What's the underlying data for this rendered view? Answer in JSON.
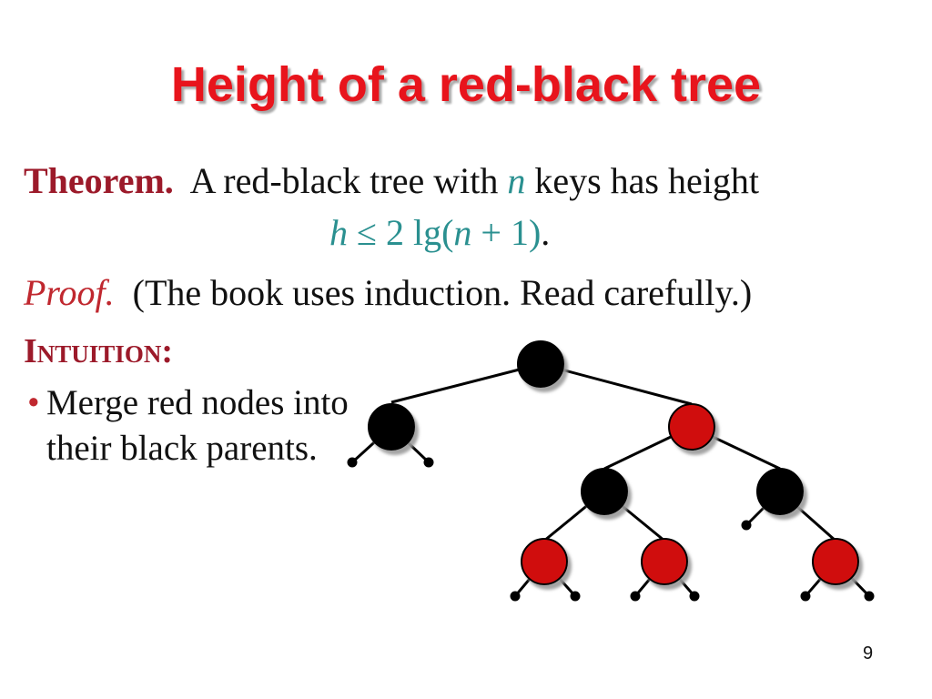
{
  "slide": {
    "title": "Height of a red-black tree",
    "theorem_label": "Theorem.",
    "theorem_text_1": "A red-black tree with",
    "theorem_var_n": "n",
    "theorem_text_2": "keys has height",
    "formula_h": "h",
    "formula_rel": "≤ 2 lg(",
    "formula_n": "n",
    "formula_end": "+ 1)",
    "formula_period": ".",
    "proof_label": "Proof.",
    "proof_text": "(The book uses induction.  Read carefully.)",
    "intuition_label": "Intuition:",
    "bullet_symbol": "•",
    "bullet_text": "Merge red nodes into their black parents.",
    "page_number": "9"
  },
  "colors": {
    "title": "#e8141c",
    "theorem_label": "#9c1a2a",
    "formula": "#2a9090",
    "red_node": "#d00c10",
    "black_node": "#000000"
  },
  "tree": {
    "nodes": [
      {
        "id": "root",
        "color": "black"
      },
      {
        "id": "left",
        "color": "black"
      },
      {
        "id": "right",
        "color": "red"
      },
      {
        "id": "rl",
        "color": "black"
      },
      {
        "id": "rr",
        "color": "black"
      },
      {
        "id": "rll",
        "color": "red"
      },
      {
        "id": "rlr",
        "color": "red"
      },
      {
        "id": "rrr",
        "color": "red"
      }
    ],
    "edges": [
      [
        "root",
        "left"
      ],
      [
        "root",
        "right"
      ],
      [
        "right",
        "rl"
      ],
      [
        "right",
        "rr"
      ],
      [
        "rl",
        "rll"
      ],
      [
        "rl",
        "rlr"
      ],
      [
        "rr",
        "rrr"
      ]
    ]
  }
}
